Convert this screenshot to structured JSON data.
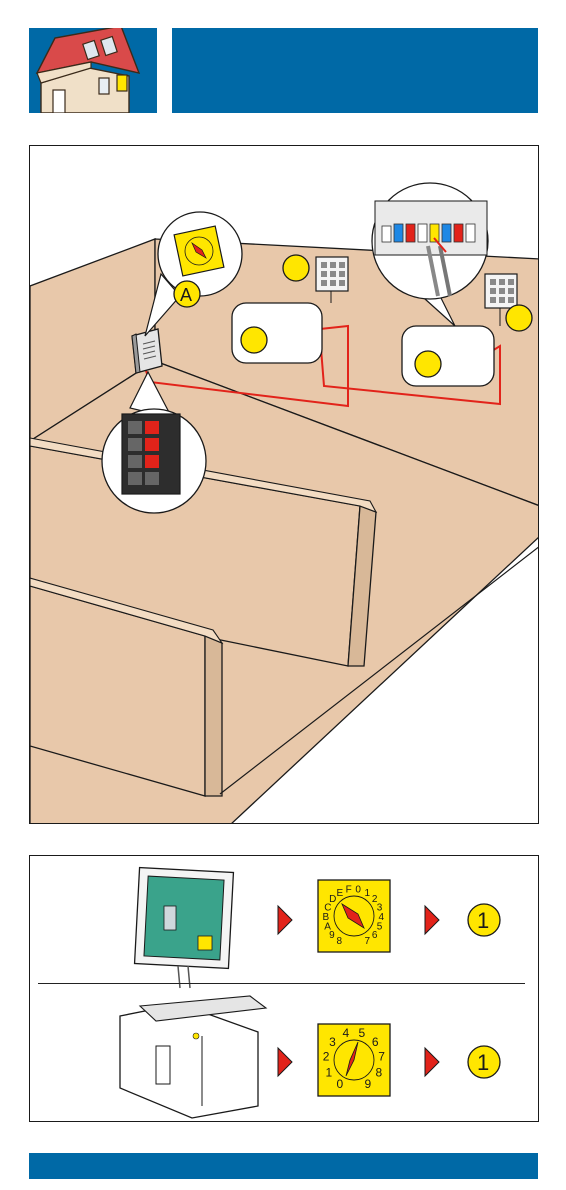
{
  "header": {
    "title": ""
  },
  "diagram": {
    "callout_label": "A",
    "steps": [
      {
        "dial_chars": [
          "8",
          "9",
          "A",
          "B",
          "C",
          "D",
          "E",
          "F",
          "0",
          "1",
          "2",
          "3",
          "4",
          "5",
          "6",
          "7"
        ],
        "result": "1"
      },
      {
        "dial_chars": [
          "0",
          "1",
          "2",
          "3",
          "4",
          "5",
          "6",
          "7",
          "8",
          "9"
        ],
        "result": "1"
      }
    ]
  },
  "colors": {
    "brand_blue": "#0069a6",
    "wall": "#e8c8aa",
    "wire": "#e2231a",
    "dial": "#ffe600",
    "badge": "#ffe600"
  }
}
